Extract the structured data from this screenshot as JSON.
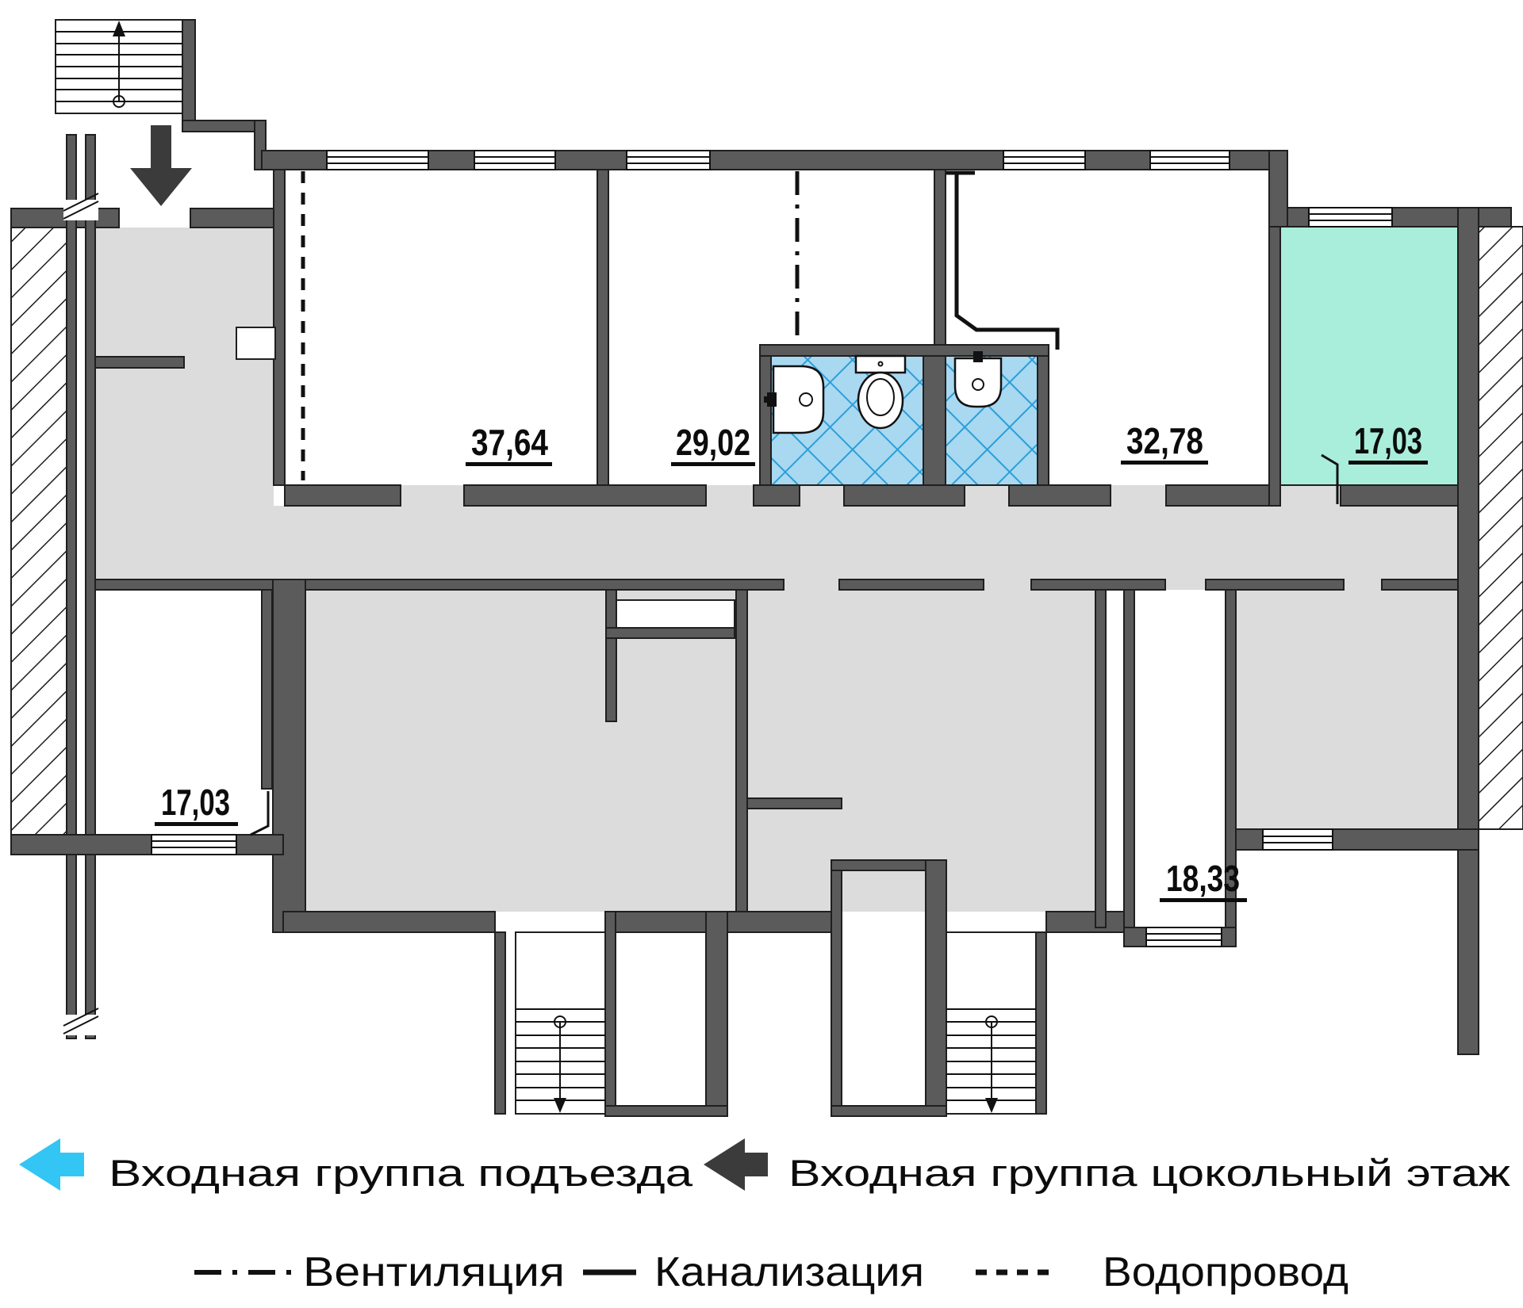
{
  "colors": {
    "wall": "#5b5b5b",
    "floor": "#dcdcdc",
    "tile_bg": "#a9d8f1",
    "tile_line": "#2b9fd8",
    "teal": "#a9eeda",
    "arrow_cyan": "#33c6f4",
    "arrow_dark": "#3b3b3b"
  },
  "rooms": [
    {
      "id": "room-37-64",
      "area": "37,64"
    },
    {
      "id": "room-29-02",
      "area": "29,02"
    },
    {
      "id": "room-32-78",
      "area": "32,78"
    },
    {
      "id": "room-17-03-upper",
      "area": "17,03"
    },
    {
      "id": "room-17-03-lower",
      "area": "17,03"
    },
    {
      "id": "room-18-33",
      "area": "18,33"
    }
  ],
  "legend": {
    "entrance_porch": "Входная группа подъезда",
    "entrance_basement": "Входная группа цокольный этаж",
    "ventilation": "Вентиляция",
    "sewerage": "Канализация",
    "water_supply": "Водопровод"
  }
}
